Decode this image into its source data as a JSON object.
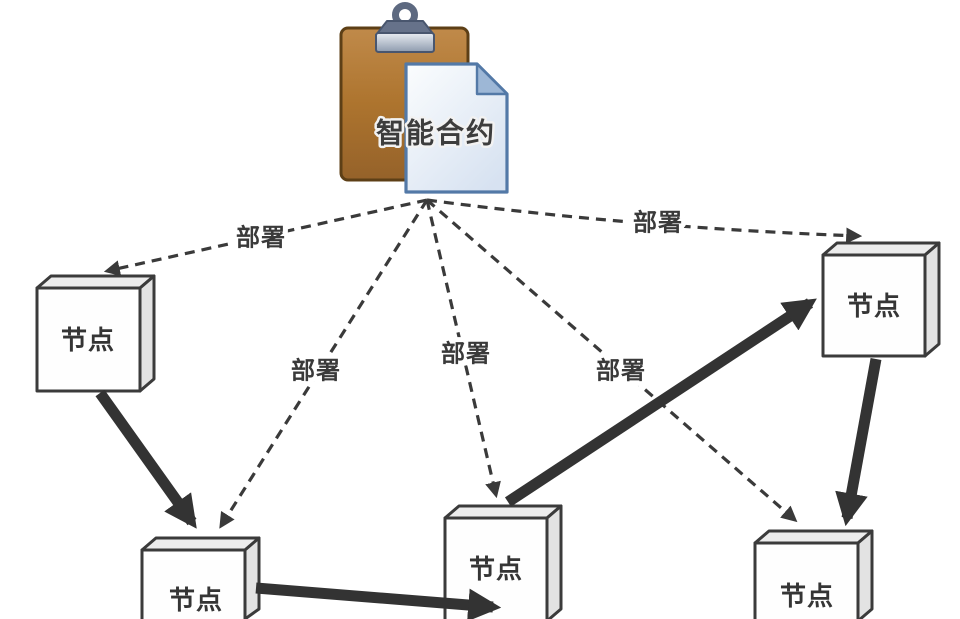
{
  "contract": {
    "label": "智能合约",
    "icon": "clipboard-document-icon"
  },
  "nodes": [
    {
      "id": "node-top-left",
      "label": "节点"
    },
    {
      "id": "node-top-right",
      "label": "节点"
    },
    {
      "id": "node-bottom-left",
      "label": "节点"
    },
    {
      "id": "node-bottom-middle",
      "label": "节点"
    },
    {
      "id": "node-bottom-right",
      "label": "节点"
    }
  ],
  "deploy_edges": [
    {
      "label": "部署",
      "from": "smart-contract",
      "to": "node-top-left"
    },
    {
      "label": "部署",
      "from": "smart-contract",
      "to": "node-bottom-left"
    },
    {
      "label": "部署",
      "from": "smart-contract",
      "to": "node-bottom-middle"
    },
    {
      "label": "部署",
      "from": "smart-contract",
      "to": "node-bottom-right"
    },
    {
      "label": "部署",
      "from": "smart-contract",
      "to": "node-top-right"
    }
  ],
  "peer_edges": [
    {
      "from": "node-top-left",
      "to": "node-bottom-left"
    },
    {
      "from": "node-bottom-left",
      "to": "node-bottom-middle"
    },
    {
      "from": "node-bottom-middle",
      "to": "node-top-right"
    },
    {
      "from": "node-top-right",
      "to": "node-bottom-right"
    }
  ],
  "colors": {
    "background": "#ffffff",
    "line": "#3a3a3a",
    "thick_arrow": "#333333",
    "node_front": "#fefefe",
    "node_top": "#ececec",
    "node_side": "#e3e3e3",
    "node_border": "#3b3b3b",
    "clipboard_body": "#b0762f",
    "clipboard_border": "#5d3f16",
    "clip_metal_dark": "#5d6980",
    "clip_metal_light": "#e6eaf0",
    "document_fill": "#e8eff9",
    "document_border": "#5379a7",
    "text": "#3d3d3d"
  }
}
